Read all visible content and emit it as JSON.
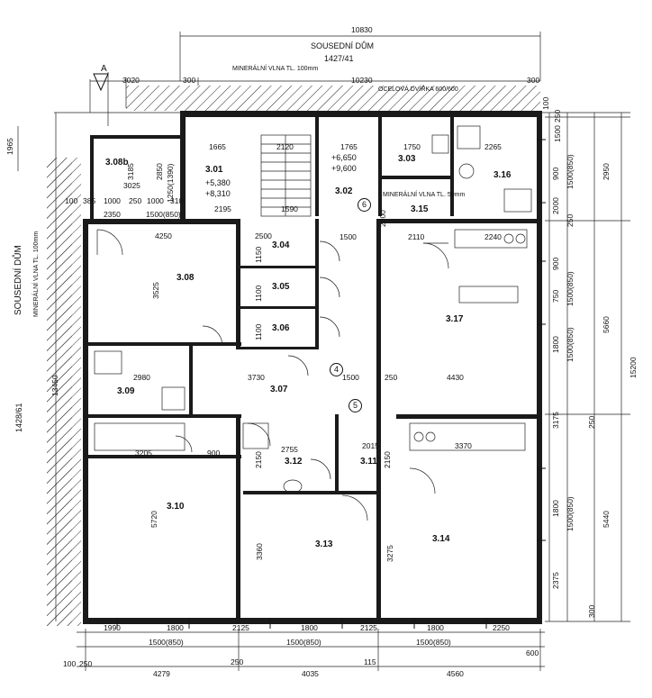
{
  "neighbors": {
    "top_name": "SOUSEDNÍ DŮM",
    "top_number": "1427/41",
    "left_name": "SOUSEDNÍ DŮM",
    "left_number": "1428/61"
  },
  "notes": {
    "mineral_wool_top": "MINERÁLNÍ VLNA TL. 100mm",
    "mineral_wool_left": "MINERÁLNÍ VLNA TL. 100mm",
    "mineral_wool_mid": "MINERÁLNÍ VLNA TL. 50mm",
    "steel_lintel": "OCELOVÁ DVÍŘKA 600/600",
    "section_mark": "A"
  },
  "rooms": {
    "r308b": "3.08b",
    "r301": "3.01",
    "r302": "3.02",
    "r303": "3.03",
    "r316": "3.16",
    "r315": "3.15",
    "r304": "3.04",
    "r305": "3.05",
    "r306": "3.06",
    "r308": "3.08",
    "r317": "3.17",
    "r309": "3.09",
    "r307": "3.07",
    "r312": "3.12",
    "r311": "3.11",
    "r310": "3.10",
    "r313": "3.13",
    "r314": "3.14"
  },
  "levels": {
    "l301a": "+5,380",
    "l301b": "+8,310",
    "l302a": "+6,650",
    "l302b": "+9,600"
  },
  "markers": {
    "m4": "4",
    "m5": "5",
    "m6": "6"
  },
  "dims_top": {
    "overall": "10830",
    "d3020": "3020",
    "d300a": "300",
    "d10230": "10230",
    "d300b": "300",
    "d1665": "1665",
    "d2120": "2120",
    "d1765": "1765",
    "d1750": "1750",
    "d2265": "2265",
    "d3025": "3025",
    "d2350": "2350",
    "d1000": "1000",
    "d250": "250",
    "d1000b": "1000",
    "d310": "310",
    "d100": "100",
    "d385": "385",
    "d1500_850": "1500(850)",
    "d2195": "2195",
    "d1590": "1590",
    "d1500": "1500",
    "d2110": "2110",
    "d2240": "2240",
    "d4250": "4250",
    "d2500": "2500"
  },
  "dims_inner": {
    "d3525": "3525",
    "d2980": "2980",
    "d3730": "3730",
    "d1500c": "1500",
    "d250c": "250",
    "d4430": "4430",
    "d3205": "3205",
    "d900": "900",
    "d2755": "2755",
    "d2015": "2015",
    "d3370": "3370",
    "d5720": "5720",
    "d3360": "3360",
    "d3275": "3275",
    "d2150": "2150",
    "d2150b": "2150",
    "d1150": "1150",
    "d1100a": "1100",
    "d1100b": "1100",
    "d3185": "3185",
    "d2850": "2850",
    "d1250_1390": "1250(1390)",
    "d2000": "2000"
  },
  "dims_left": {
    "d1965": "1965",
    "d13450": "13450"
  },
  "dims_right": {
    "d100": "100",
    "d250a": "250",
    "d1500": "1500",
    "d2950": "2950",
    "d900": "900",
    "d1500_850a": "1500(850)",
    "d2000": "2000",
    "d250b": "250",
    "d900b": "900",
    "d750": "750",
    "d1500_850b": "1500(850)",
    "d5660": "5660",
    "d1800a": "1800",
    "d1500_850c": "1500(850)",
    "d15200": "15200",
    "d3175": "3175",
    "d250c": "250",
    "d1800b": "1800",
    "d1500_850d": "1500(850)",
    "d5440": "5440",
    "d2375": "2375",
    "d300": "300"
  },
  "dims_bottom": {
    "d1990": "1990",
    "d1800a": "1800",
    "d2125a": "2125",
    "d1800b": "1800",
    "d2125b": "2125",
    "d1800c": "1800",
    "d2250": "2250",
    "w1": "1500(850)",
    "w2": "1500(850)",
    "w3": "1500(850)",
    "d100": "100",
    "d250a": "250",
    "d4279": "4279",
    "d250b": "250",
    "d4035": "4035",
    "d115": "115",
    "d4560": "4560",
    "d600": "600"
  }
}
